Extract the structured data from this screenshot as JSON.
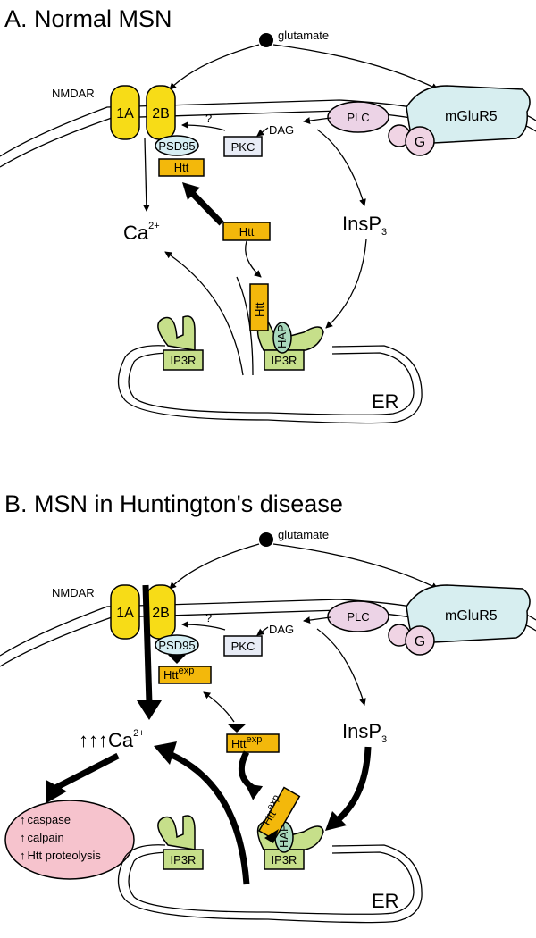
{
  "panel_a": {
    "title": "A. Normal MSN",
    "glutamate": "glutamate",
    "nmdar": "NMDAR",
    "sub_1a": "1A",
    "sub_2b": "2B",
    "question": "?",
    "dag": "DAG",
    "plc": "PLC",
    "mglur5": "mGluR5",
    "g": "G",
    "psd95": "PSD95",
    "pkc": "PKC",
    "htt_bound": "Htt",
    "htt_free": "Htt",
    "htt_er": "Htt",
    "ca": "Ca",
    "ca_charge": "2+",
    "insp": "InsP",
    "insp_sub": "3",
    "hap": "HAP",
    "ip3r_left": "IP3R",
    "ip3r_right": "IP3R",
    "er": "ER"
  },
  "panel_b": {
    "title": "B. MSN in Huntington's disease",
    "glutamate": "glutamate",
    "nmdar": "NMDAR",
    "sub_1a": "1A",
    "sub_2b": "2B",
    "question": "?",
    "dag": "DAG",
    "plc": "PLC",
    "mglur5": "mGluR5",
    "g": "G",
    "psd95": "PSD95",
    "pkc": "PKC",
    "htt": "Htt",
    "htt_sup": "exp",
    "ca_arrows": "↑↑↑",
    "ca": "Ca",
    "ca_charge": "2+",
    "insp": "InsP",
    "insp_sub": "3",
    "hap": "HAP",
    "ip3r_left": "IP3R",
    "ip3r_right": "IP3R",
    "er": "ER",
    "outcomes": [
      "caspase",
      "calpain",
      "Htt proteolysis"
    ],
    "outcome_arrow": "↑"
  },
  "colors": {
    "nmdar": "#f7dc17",
    "htt": "#f3b80b",
    "ip3r": "#c6df8a",
    "hap": "#a9d9bd",
    "plc": "#ecd3e6",
    "mglur5": "#d7eef0",
    "outcome": "#f6c3cd"
  }
}
